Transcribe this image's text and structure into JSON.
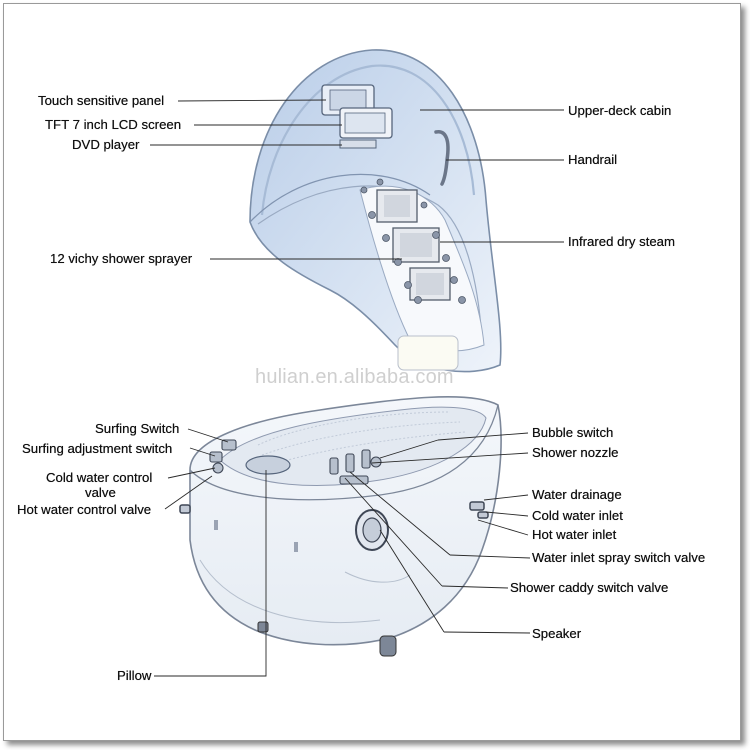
{
  "watermark": "hulian.en.alibaba.com",
  "labels": {
    "touch_panel": "Touch sensitive panel",
    "lcd_screen": "TFT 7 inch LCD screen",
    "dvd_player": "DVD player",
    "vichy_sprayer": "12 vichy shower sprayer",
    "surfing_switch": "Surfing Switch",
    "surfing_adjust": "Surfing adjustment switch",
    "cold_valve_1": "Cold water control",
    "cold_valve_2": "valve",
    "hot_valve": "Hot water control valve",
    "pillow": "Pillow",
    "upper_cabin": "Upper-deck cabin",
    "handrail": "Handrail",
    "infrared": "Infrared dry steam",
    "bubble_switch": "Bubble switch",
    "shower_nozzle": "Shower nozzle",
    "water_drainage": "Water drainage",
    "cold_inlet": "Cold water inlet",
    "hot_inlet": "Hot water inlet",
    "spray_switch": "Water inlet spray switch valve",
    "caddy_switch": "Shower caddy switch valve",
    "speaker": "Speaker"
  }
}
